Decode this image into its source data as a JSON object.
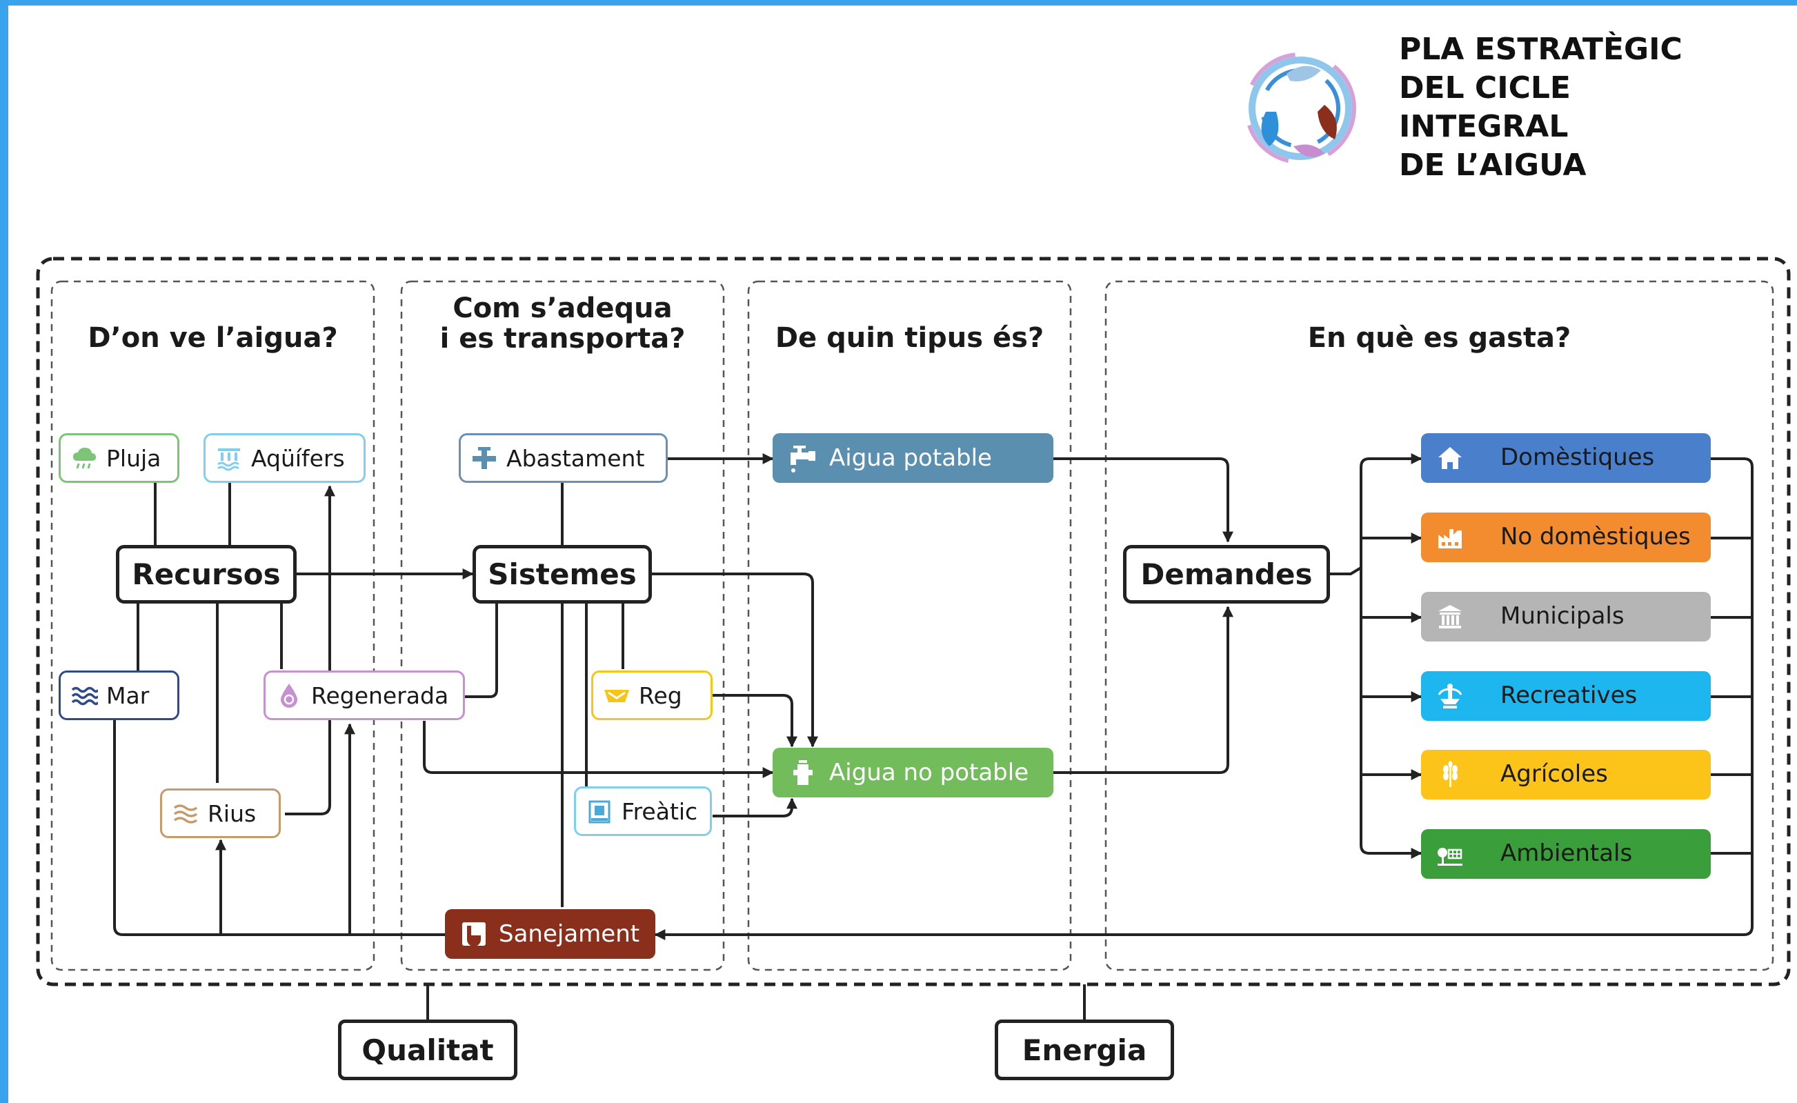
{
  "logo": {
    "title_lines": [
      "PLA ESTRATÈGIC",
      "DEL CICLE",
      "INTEGRAL",
      "DE L’AIGUA"
    ]
  },
  "columns": {
    "origin": {
      "title": "D’on ve l’aigua?"
    },
    "transport": {
      "title_line1": "Com s’adequa",
      "title_line2": "i es transporta?"
    },
    "type": {
      "title": "De quin tipus és?"
    },
    "use": {
      "title": "En què es gasta?"
    }
  },
  "nodes": {
    "pluja": "Pluja",
    "aquifers": "Aqüífers",
    "recursos": "Recursos",
    "mar": "Mar",
    "regenerada": "Regenerada",
    "rius": "Rius",
    "abastament": "Abastament",
    "sistemes": "Sistemes",
    "reg": "Reg",
    "freatic": "Freàtic",
    "sanejament": "Sanejament",
    "aigua_potable": "Aigua potable",
    "aigua_no_potable": "Aigua no potable",
    "demandes": "Demandes"
  },
  "demands": [
    {
      "label": "Domèstiques",
      "color": "#4a7fcc",
      "icon": "house-icon"
    },
    {
      "label": "No domèstiques",
      "color": "#f28c2e",
      "icon": "factory-icon"
    },
    {
      "label": "Municipals",
      "color": "#b5b5b5",
      "icon": "building-columns-icon"
    },
    {
      "label": "Recreatives",
      "color": "#1db6ee",
      "icon": "fountain-icon"
    },
    {
      "label": "Agrícoles",
      "color": "#fcc419",
      "icon": "wheat-icon"
    },
    {
      "label": "Ambientals",
      "color": "#3a9f3a",
      "icon": "trees-icon"
    }
  ],
  "footer": {
    "quality": "Qualitat",
    "energy": "Energia"
  },
  "colors": {
    "potable": "#5a8fb0",
    "no_potable": "#72bc5c",
    "sanejament": "#8a2f1c",
    "pluja_border": "#7cc576",
    "aquifers_border": "#7fd0ee",
    "mar_border": "#2f4a8a",
    "regenerada_border": "#c790d0",
    "rius_border": "#c79a6a",
    "abastament_border": "#6a90b5",
    "reg_border": "#f5c518",
    "freatic_border": "#7fd0ee",
    "frame": "#3aa3ee"
  }
}
